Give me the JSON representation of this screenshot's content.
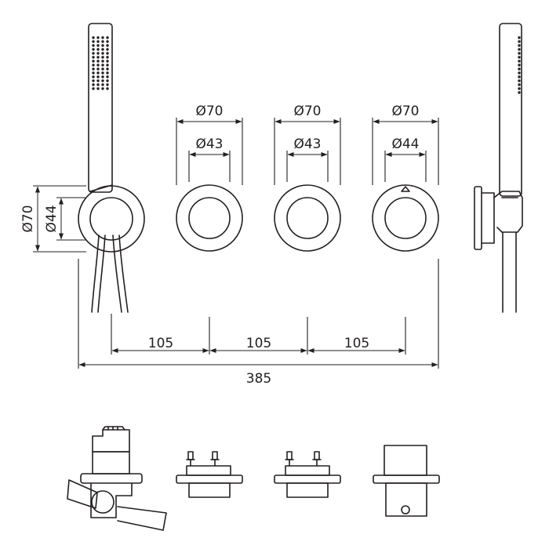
{
  "dimensions": {
    "outer_diameter_1": "Ø70",
    "outer_diameter_2": "Ø70",
    "outer_diameter_3": "Ø70",
    "inner_diameter_1": "Ø43",
    "inner_diameter_2": "Ø43",
    "inner_diameter_3": "Ø44",
    "side_outer_diameter": "Ø70",
    "side_inner_diameter": "Ø44",
    "spacing_1": "105",
    "spacing_2": "105",
    "spacing_3": "105",
    "overall_width": "385"
  },
  "colors": {
    "line": "#231f20",
    "background": "#ffffff"
  }
}
